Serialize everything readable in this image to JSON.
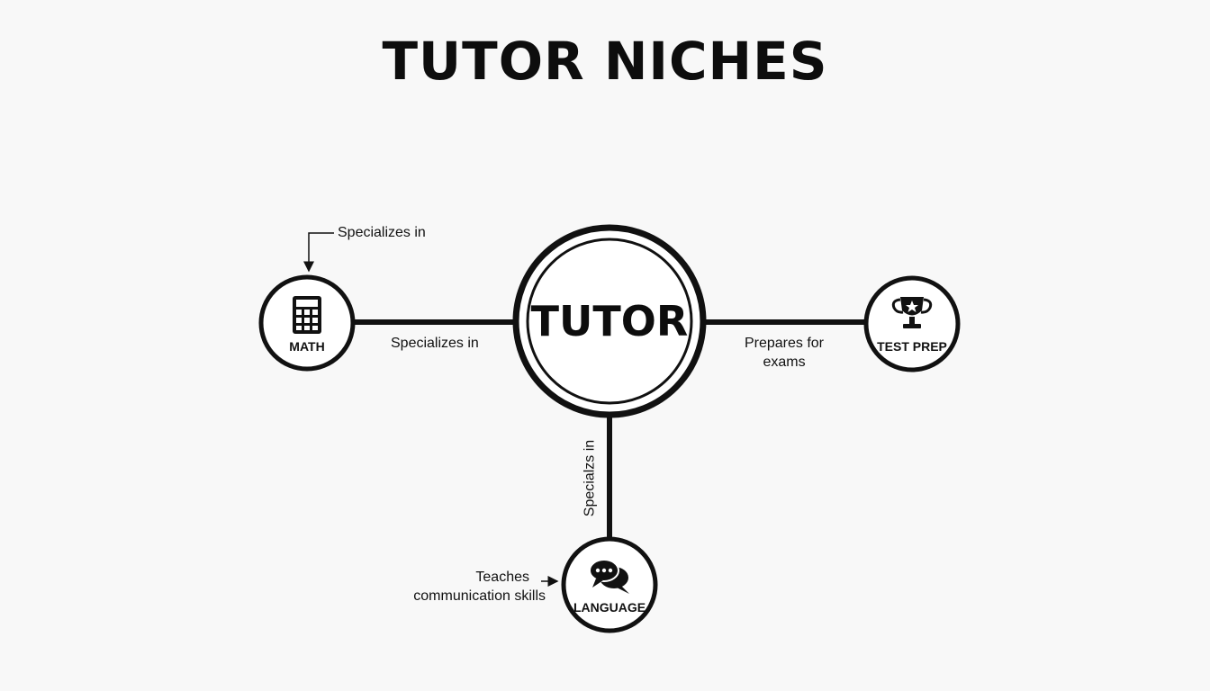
{
  "title": "TUTOR NICHES",
  "center": {
    "label": "TUTOR"
  },
  "nodes": {
    "math": {
      "label": "MATH",
      "icon": "calculator-icon"
    },
    "test_prep": {
      "label": "TEST PREP",
      "icon": "trophy-icon"
    },
    "language": {
      "label": "LANGUAGE",
      "icon": "speech-bubbles-icon"
    }
  },
  "edges": {
    "math_top": "Specializes in",
    "math_line": "Specializes in",
    "test_prep_line_1": "Prepares for",
    "test_prep_line_2": "exams",
    "language_line": "Specialzs in",
    "language_side_1": "Teaches",
    "language_side_2": "communication skills"
  },
  "colors": {
    "ink": "#111111",
    "background": "#f8f8f8"
  }
}
